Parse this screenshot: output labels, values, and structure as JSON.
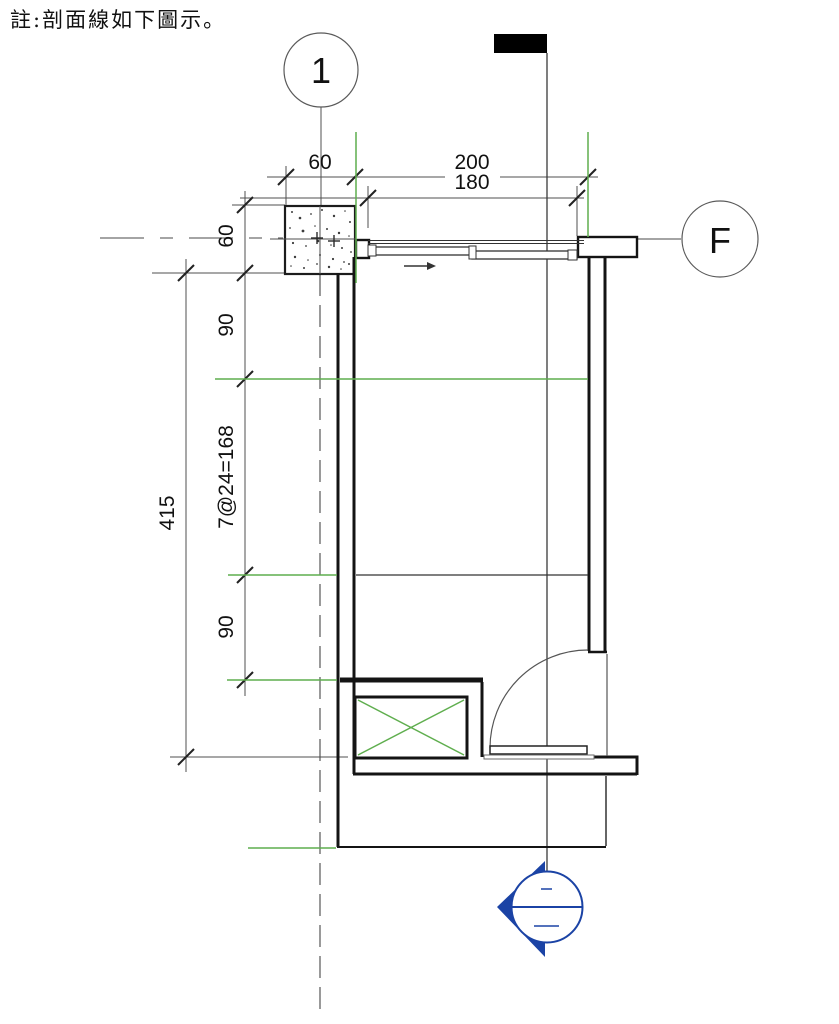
{
  "note": {
    "text": "註:剖面線如下圖示。"
  },
  "grid": {
    "top_bubble": "1",
    "right_bubble": "F"
  },
  "dims": {
    "top_60": "60",
    "top_200": "200",
    "top_180": "180",
    "left_60": "60",
    "left_90_upper": "90",
    "left_7at24": "7@24=168",
    "left_415": "415",
    "left_90_lower": "90"
  },
  "colors": {
    "reference_green": "#5fae4e",
    "section_blue": "#1b43a5",
    "wall_black": "#141414",
    "line_gray": "#4f4f4f",
    "grid_gray": "#6e6e6e",
    "text_black": "#111111"
  }
}
